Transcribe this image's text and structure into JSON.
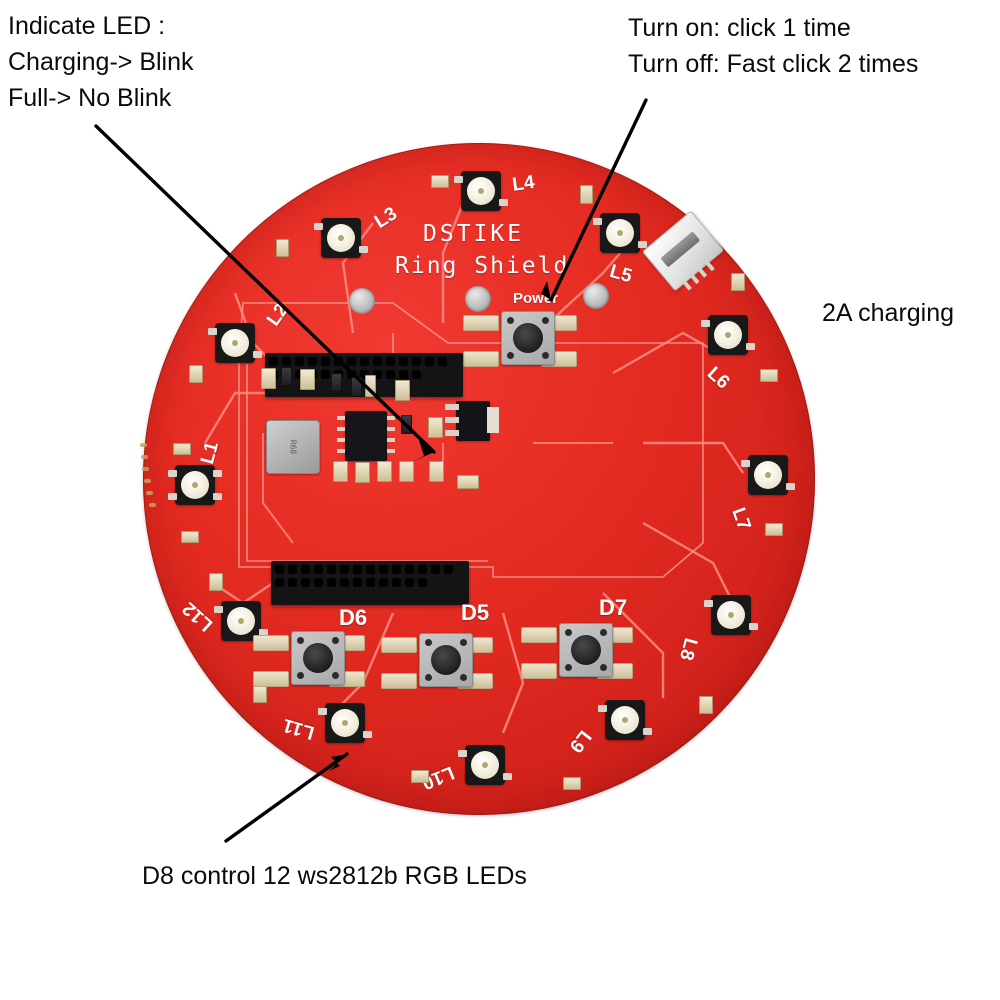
{
  "annotations": {
    "indicate_led": {
      "lines": [
        "Indicate LED :",
        "Charging-> Blink",
        "Full-> No Blink"
      ],
      "points_to": "charge-status-led"
    },
    "power_button": {
      "lines": [
        "Turn on: click 1 time",
        "Turn off: Fast click 2 times"
      ],
      "points_to": "power-tactile-button"
    },
    "charging": {
      "text": "2A charging",
      "points_to": "micro-usb-connector"
    },
    "rgb_leds": {
      "text": "D8 control 12 ws2812b RGB LEDs",
      "points_to": "led-L11"
    }
  },
  "board": {
    "silkscreen": {
      "brand": "DSTIKE",
      "product": "Ring Shield",
      "power_label": "Power"
    },
    "colors": {
      "soldermask": "#e52c22",
      "silkscreen": "#ffffff",
      "background": "#ffffff",
      "annotation_text": "#0a0a0a",
      "connector_white": "#ffffff",
      "header_black": "#141414"
    },
    "buttons": [
      {
        "label": "D6"
      },
      {
        "label": "D5"
      },
      {
        "label": "D7"
      }
    ],
    "leds": [
      {
        "label": "L1"
      },
      {
        "label": "L2"
      },
      {
        "label": "L3"
      },
      {
        "label": "L4"
      },
      {
        "label": "L5"
      },
      {
        "label": "L6"
      },
      {
        "label": "L7"
      },
      {
        "label": "L8"
      },
      {
        "label": "L9"
      },
      {
        "label": "L10"
      },
      {
        "label": "L11"
      },
      {
        "label": "L12"
      }
    ],
    "led_count": 12,
    "led_type": "ws2812b"
  }
}
